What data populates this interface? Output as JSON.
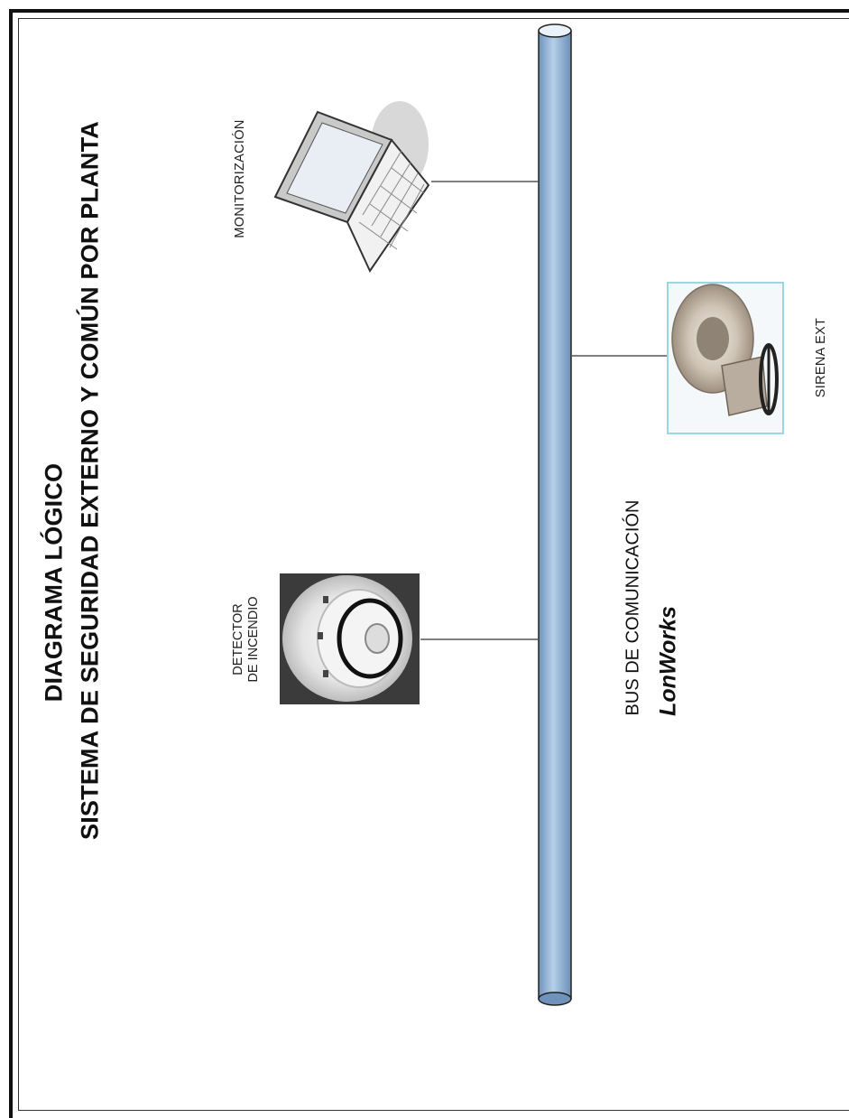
{
  "title": {
    "line1": "DIAGRAMA LÓGICO",
    "line2": "SISTEMA DE SEGURIDAD EXTERNO Y COMÚN POR PLANTA"
  },
  "devices": {
    "monitor": {
      "label": "MONITORIZACIÓN",
      "icon": "laptop-icon"
    },
    "detector": {
      "label_line1": "DETECTOR",
      "label_line2": "DE INCENDIO",
      "icon": "smoke-detector-icon"
    },
    "siren": {
      "label": "SIRENA EXT",
      "icon": "horn-siren-icon"
    }
  },
  "bus": {
    "label": "BUS DE COMUNICACIÓN",
    "brand": "LonWorks",
    "color": "#8fb3d9"
  }
}
